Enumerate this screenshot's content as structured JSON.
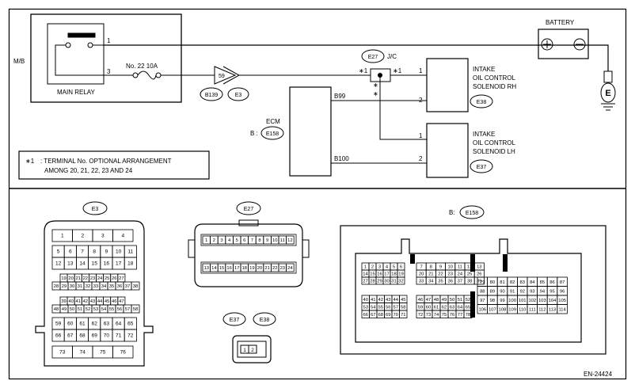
{
  "schematic": {
    "mb": "M/B",
    "main_relay": "MAIN RELAY",
    "term_1": "1",
    "term_3": "3",
    "fuse": "No. 22  10A",
    "conn_59": "59",
    "b139": "B139",
    "e3": "E3",
    "e27": "E27",
    "jc": "J/C",
    "star1_left": "∗1",
    "star1_right": "∗1",
    "star_a": "∗",
    "star_b": "∗",
    "battery": "BATTERY",
    "plus": "+",
    "minus": "−",
    "ground": "E",
    "ecm": "ECM",
    "ecm_b": "B :",
    "e158": "E158",
    "b99": "B99",
    "b100": "B100",
    "rh_pin1": "1",
    "rh_pin2": "2",
    "lh_pin1": "1",
    "lh_pin2": "2",
    "rh_label": [
      "INTAKE",
      "OIL CONTROL",
      "SOLENOID RH"
    ],
    "lh_label": [
      "INTAKE",
      "OIL CONTROL",
      "SOLENOID LH"
    ],
    "e38": "E38",
    "e37": "E37",
    "note_mark": "∗1",
    "note_line1": ": TERMINAL No. OPTIONAL ARRANGEMENT",
    "note_line2": "AMONG 20, 21, 22, 23 AND 24"
  },
  "connectors": {
    "e3_label": "E3",
    "e3_rows": [
      [
        "1",
        "2",
        "3",
        "4"
      ],
      [
        "5",
        "6",
        "7",
        "8",
        "9",
        "10",
        "11"
      ],
      [
        "12",
        "13",
        "14",
        "15",
        "16",
        "17",
        "18"
      ],
      [
        "19",
        "20",
        "21",
        "22",
        "23",
        "24",
        "25",
        "26",
        "27"
      ],
      [
        "28",
        "29",
        "30",
        "31",
        "32",
        "33",
        "34",
        "35",
        "36",
        "37",
        "38"
      ],
      [
        "39",
        "40",
        "41",
        "42",
        "43",
        "44",
        "45",
        "46",
        "47"
      ],
      [
        "48",
        "49",
        "50",
        "51",
        "52",
        "53",
        "54",
        "55",
        "56",
        "57",
        "58"
      ],
      [
        "59",
        "60",
        "61",
        "62",
        "63",
        "64",
        "65"
      ],
      [
        "66",
        "67",
        "68",
        "69",
        "70",
        "71",
        "72"
      ],
      [
        "73",
        "74",
        "75",
        "76"
      ]
    ],
    "e27_label": "E27",
    "e27_rows": [
      [
        "1",
        "2",
        "3",
        "4",
        "5",
        "6",
        "7",
        "8",
        "9",
        "10",
        "11",
        "12"
      ],
      [
        "13",
        "14",
        "15",
        "16",
        "17",
        "18",
        "19",
        "20",
        "21",
        "22",
        "23",
        "24"
      ]
    ],
    "e37_label": "E37",
    "e38_label": "E38",
    "e37_pins": [
      "1",
      "2"
    ],
    "b_prefix": "B:",
    "e158_label": "E158",
    "e158_blockA": [
      [
        "1",
        "2",
        "3",
        "4",
        "5",
        "6"
      ],
      [
        "14",
        "15",
        "16",
        "17",
        "18",
        "19"
      ],
      [
        "27",
        "28",
        "29",
        "30",
        "31",
        "32"
      ]
    ],
    "e158_blockB": [
      [
        "7",
        "8",
        "9",
        "10",
        "11",
        "12",
        "13"
      ],
      [
        "20",
        "21",
        "22",
        "23",
        "24",
        "25",
        "26"
      ],
      [
        "33",
        "34",
        "35",
        "36",
        "37",
        "38",
        "39"
      ]
    ],
    "e158_blockC": [
      [
        "79",
        "80",
        "81",
        "82",
        "83",
        "84",
        "85",
        "86",
        "87"
      ],
      [
        "88",
        "89",
        "90",
        "91",
        "92",
        "93",
        "94",
        "95",
        "96"
      ],
      [
        "97",
        "98",
        "99",
        "100",
        "101",
        "102",
        "103",
        "104",
        "105"
      ],
      [
        "106",
        "107",
        "108",
        "109",
        "110",
        "111",
        "112",
        "113",
        "114"
      ]
    ],
    "e158_blockD": [
      [
        "40",
        "41",
        "42",
        "43",
        "44",
        "45"
      ],
      [
        "53",
        "54",
        "55",
        "56",
        "57",
        "58"
      ],
      [
        "66",
        "67",
        "68",
        "69",
        "70",
        "71"
      ]
    ],
    "e158_blockE": [
      [
        "46",
        "47",
        "48",
        "49",
        "50",
        "51",
        "52"
      ],
      [
        "59",
        "60",
        "61",
        "62",
        "63",
        "64",
        "65"
      ],
      [
        "72",
        "73",
        "74",
        "75",
        "76",
        "77",
        "78"
      ]
    ]
  },
  "footer": {
    "code": "EN-24424"
  }
}
